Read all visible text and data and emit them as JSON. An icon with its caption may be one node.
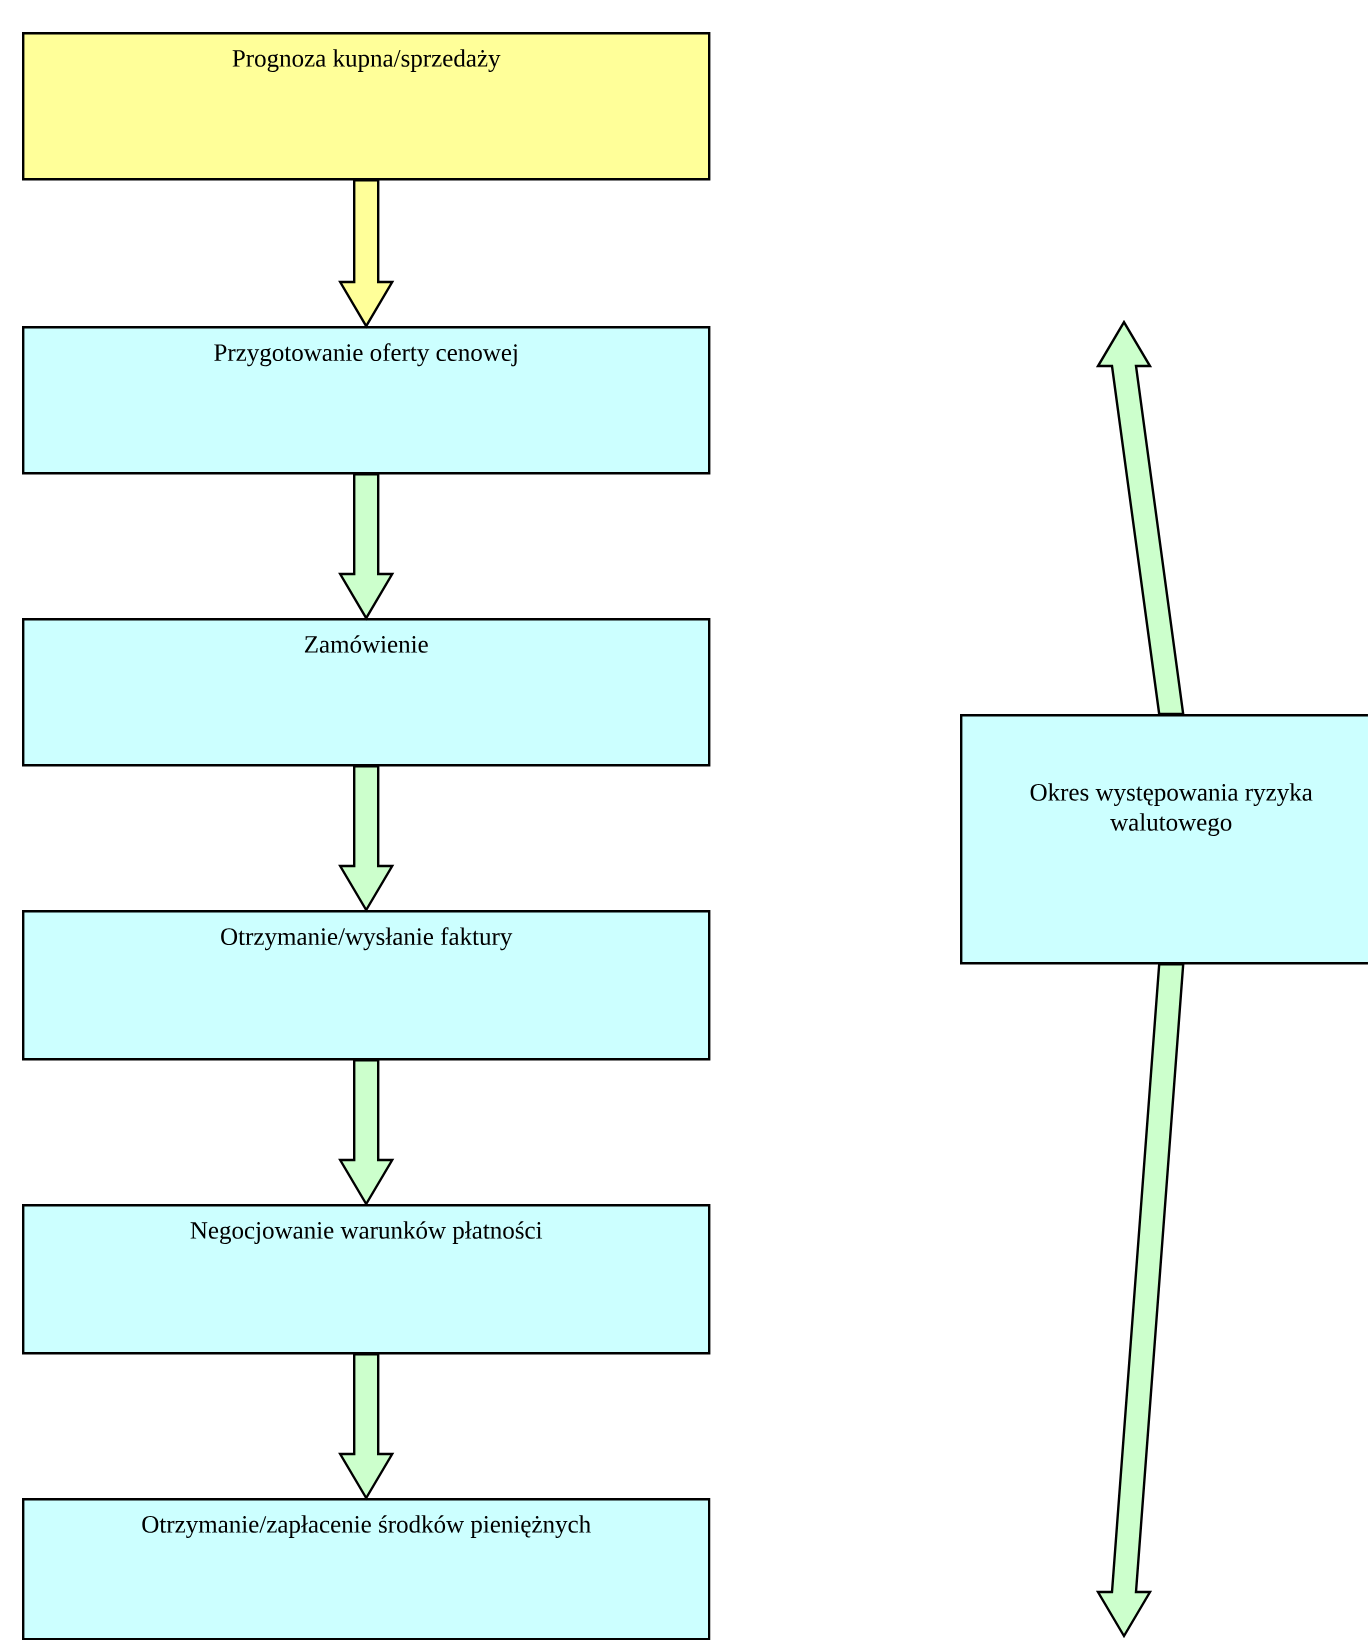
{
  "diagram": {
    "nodes": [
      {
        "text": [
          "Prognoza kupna/sprzedaży"
        ]
      },
      {
        "text": [
          "Przygotowanie oferty cenowej"
        ]
      },
      {
        "text": [
          "Zamówienie"
        ]
      },
      {
        "text": [
          "Otrzymanie/wysłanie faktury"
        ]
      },
      {
        "text": [
          "Negocjowanie warunków płatności"
        ]
      },
      {
        "text": [
          "Otrzymanie/zapłacenie środków pieniężnych"
        ]
      },
      {
        "text": [
          "Okres występowania ryzyka walutowego"
        ]
      }
    ],
    "edges": [
      {
        "from": 0,
        "to": 1,
        "arrow": "to",
        "color": "#ffff99"
      },
      {
        "from": 1,
        "to": 2,
        "arrow": "to"
      },
      {
        "from": 2,
        "to": 3,
        "arrow": "to"
      },
      {
        "from": 3,
        "to": 4,
        "arrow": "to"
      },
      {
        "from": 4,
        "to": 5,
        "arrow": "to"
      },
      {
        "from": 6,
        "to": null,
        "arrow": "to"
      },
      {
        "from": 6,
        "to": null,
        "arrow": "to"
      }
    ]
  }
}
